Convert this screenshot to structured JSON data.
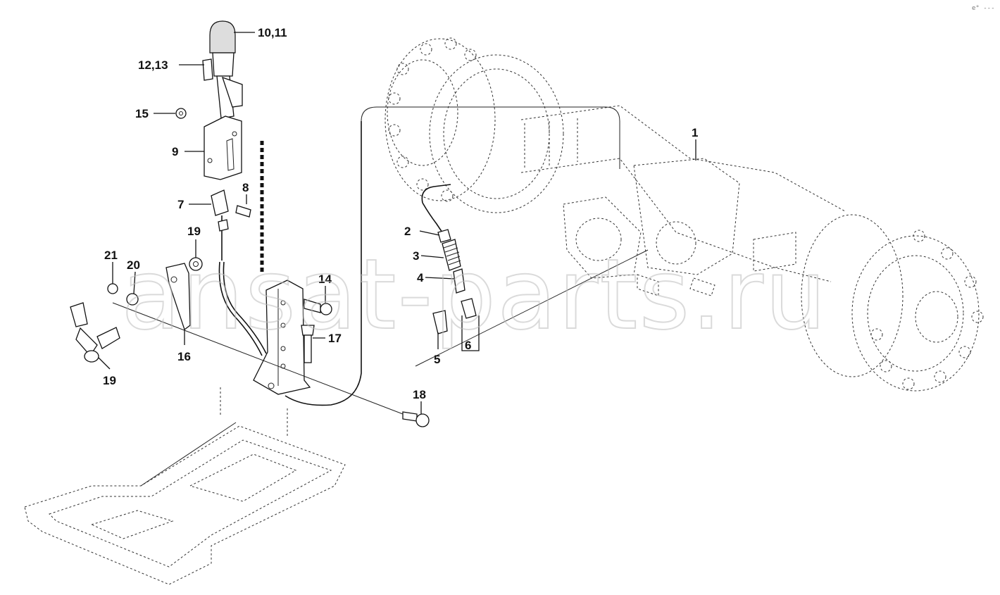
{
  "watermark": "ansat-parts.ru",
  "corner_mark": "e° ---",
  "callouts": [
    {
      "id": "c1",
      "label": "1"
    },
    {
      "id": "c2",
      "label": "2"
    },
    {
      "id": "c3",
      "label": "3"
    },
    {
      "id": "c4",
      "label": "4"
    },
    {
      "id": "c5",
      "label": "5"
    },
    {
      "id": "c6",
      "label": "6"
    },
    {
      "id": "c7",
      "label": "7"
    },
    {
      "id": "c8",
      "label": "8"
    },
    {
      "id": "c9",
      "label": "9"
    },
    {
      "id": "c10",
      "label": "10,11"
    },
    {
      "id": "c12",
      "label": "12,13"
    },
    {
      "id": "c14",
      "label": "14"
    },
    {
      "id": "c15",
      "label": "15"
    },
    {
      "id": "c16",
      "label": "16"
    },
    {
      "id": "c17",
      "label": "17"
    },
    {
      "id": "c18",
      "label": "18"
    },
    {
      "id": "c19a",
      "label": "19"
    },
    {
      "id": "c19b",
      "label": "19"
    },
    {
      "id": "c20",
      "label": "20"
    },
    {
      "id": "c21",
      "label": "21"
    }
  ]
}
